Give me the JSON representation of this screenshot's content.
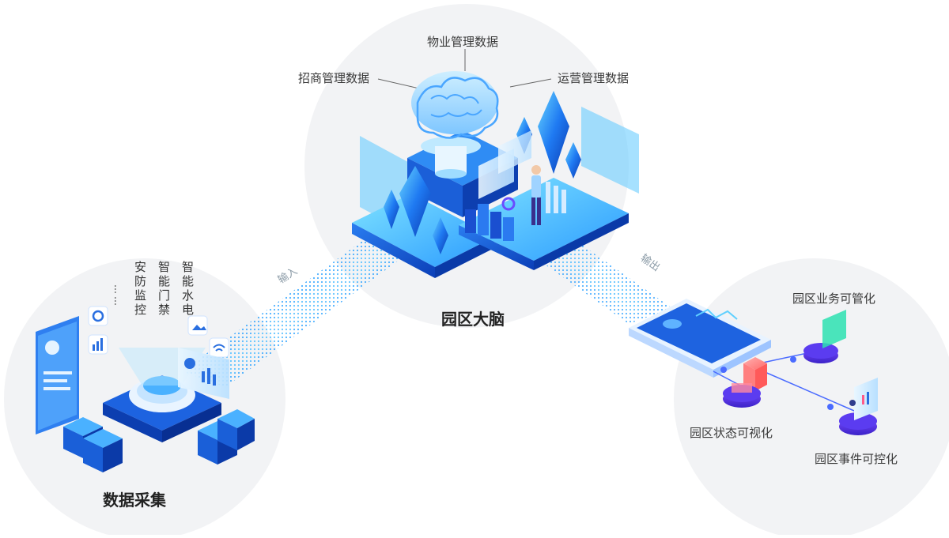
{
  "center": {
    "title": "园区大脑",
    "labels": {
      "top": "物业管理数据",
      "left": "招商管理数据",
      "right": "运营管理数据"
    }
  },
  "left_hub": {
    "title": "数据采集",
    "items": [
      "智能水电",
      "智能门禁",
      "安防监控"
    ],
    "more": "……"
  },
  "flow": {
    "in_label": "输入",
    "out_label": "输出"
  },
  "right_hub": {
    "labels": {
      "business": "园区业务可管化",
      "status": "园区状态可视化",
      "event": "园区事件可控化"
    }
  },
  "colors": {
    "circle_bg": "#f2f3f5",
    "primary_blue": "#1e88ff",
    "deep_blue": "#0a4fd6",
    "cyan": "#3fd6f7",
    "text": "#333333"
  }
}
